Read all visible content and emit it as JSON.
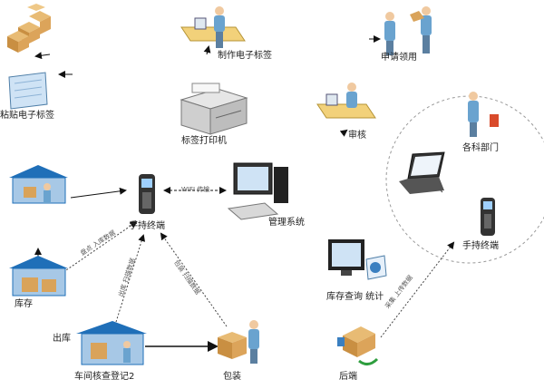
{
  "labels": {
    "make_tag": "制作电子标签",
    "apply": "申请领用",
    "paste_tag": "粘贴电子标签",
    "printer": "标签打印机",
    "audit": "审核",
    "dept": "各科部门",
    "handheld": "手持终端",
    "handheld_right": "手持终端",
    "wifi": "WIFI 传输",
    "mgmt": "管理系统",
    "inventory": "库存",
    "outbound": "出库",
    "register": "车间核查登记2",
    "pack": "包装",
    "query": "库存查询 统计",
    "bottom": "后端",
    "edge_a": "盘点 入库数据",
    "edge_b": "出库 扫描数据",
    "edge_c": "包装 扫描数据",
    "edge_d": "采集 上传数据"
  },
  "colors": {
    "warehouse_roof": "#1f6fb8",
    "box": "#d9a35a",
    "person_shirt": "#6aa3cf",
    "screen": "#3a7fc0",
    "device": "#333333"
  }
}
